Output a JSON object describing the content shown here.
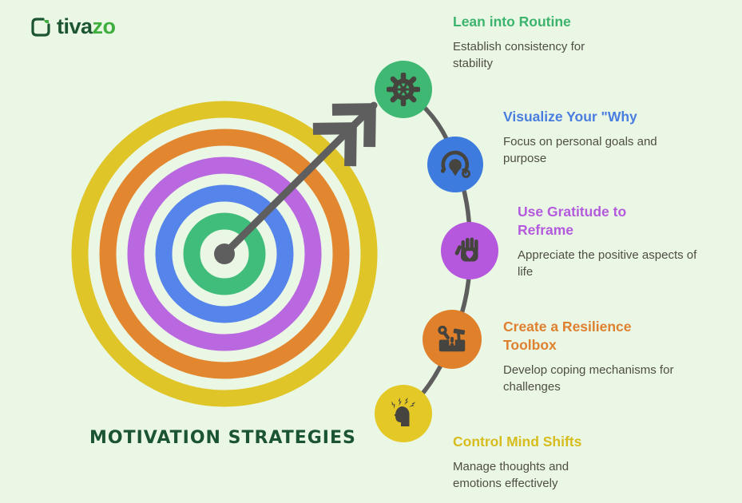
{
  "canvas": {
    "background_color": "#EAF7E4"
  },
  "logo": {
    "brand_primary": "tiva",
    "brand_accent": "zo",
    "primary_color": "#1C5532",
    "accent_color": "#3FAE3F"
  },
  "title": {
    "text": "MOTIVATION STRATEGIES",
    "color": "#1B5433"
  },
  "items": [
    {
      "heading": "Lean into Routine",
      "description": "Establish consistency for stability",
      "heading_color": "#3CB46E",
      "circle_color": "#3EB873",
      "icon": "gear-icon"
    },
    {
      "heading": "Visualize Your \"Why",
      "description": "Focus on personal goals and purpose",
      "heading_color": "#4A7DE0",
      "circle_color": "#3D7BDE",
      "icon": "goal-vision-icon"
    },
    {
      "heading": "Use Gratitude to Reframe",
      "description": "Appreciate the positive aspects of life",
      "heading_color": "#B45ADD",
      "circle_color": "#B558DD",
      "icon": "hand-heart-icon"
    },
    {
      "heading": "Create a Resilience Toolbox",
      "description": "Develop coping mechanisms for challenges",
      "heading_color": "#DF8030",
      "circle_color": "#E0802B",
      "icon": "toolbox-icon"
    },
    {
      "heading": "Control Mind Shifts",
      "description": "Manage thoughts and emotions effectively",
      "heading_color": "#D8BC1E",
      "circle_color": "#E4C826",
      "icon": "mind-bolts-icon"
    }
  ],
  "target": {
    "rings": [
      {
        "name": "outer-ring",
        "color": "#E0C528"
      },
      {
        "name": "second-ring",
        "color": "#E2872F"
      },
      {
        "name": "third-ring",
        "color": "#BA68DF"
      },
      {
        "name": "fourth-ring",
        "color": "#5585EA"
      },
      {
        "name": "bullseye-ring",
        "color": "#41BD7B"
      }
    ],
    "arrow_color": "#5E5E5E",
    "connector_color": "#5E5E5E",
    "icon_color": "#45443E"
  }
}
